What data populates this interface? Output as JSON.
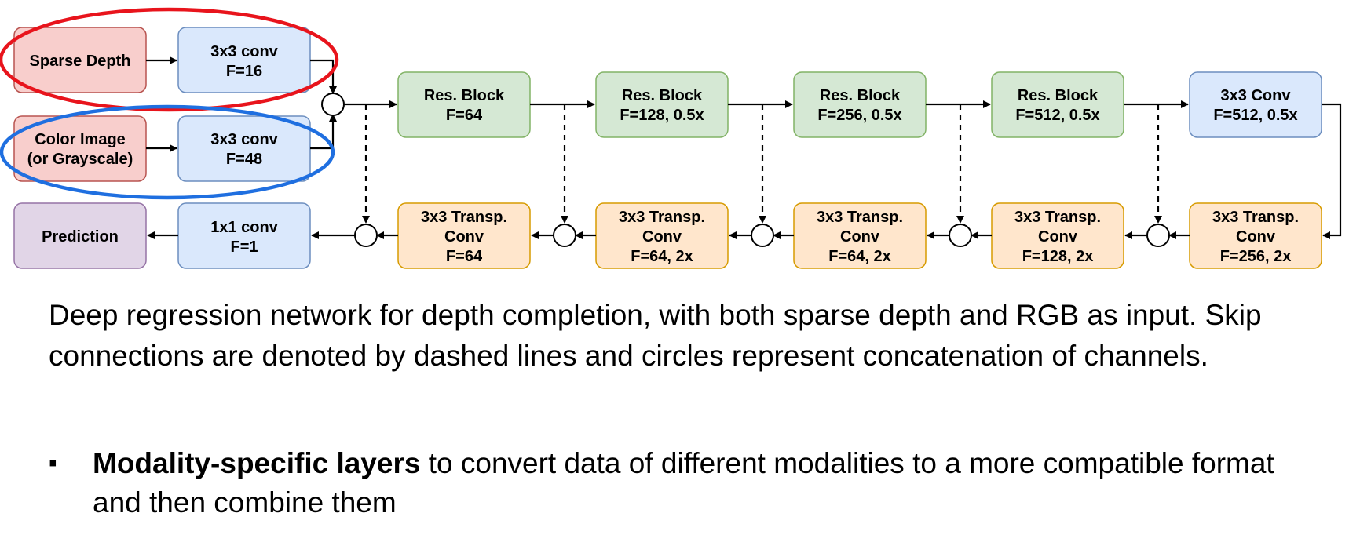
{
  "diagram": {
    "inputs": {
      "sparse_depth": "Sparse Depth",
      "color_image": [
        "Color Image",
        "(or Grayscale)"
      ],
      "prediction": "Prediction"
    },
    "convs": {
      "conv16": [
        "3x3 conv",
        "F=16"
      ],
      "conv48": [
        "3x3 conv",
        "F=48"
      ],
      "conv1x1": [
        "1x1 conv",
        "F=1"
      ]
    },
    "encoder": [
      [
        "Res. Block",
        "F=64"
      ],
      [
        "Res. Block",
        "F=128, 0.5x"
      ],
      [
        "Res. Block",
        "F=256, 0.5x"
      ],
      [
        "Res. Block",
        "F=512, 0.5x"
      ],
      [
        "3x3 Conv",
        "F=512, 0.5x"
      ]
    ],
    "decoder": [
      [
        "3x3 Transp.",
        "Conv",
        "F=64"
      ],
      [
        "3x3 Transp.",
        "Conv",
        "F=64, 2x"
      ],
      [
        "3x3 Transp.",
        "Conv",
        "F=64, 2x"
      ],
      [
        "3x3 Transp.",
        "Conv",
        "F=128, 2x"
      ],
      [
        "3x3 Transp.",
        "Conv",
        "F=256, 2x"
      ]
    ],
    "colors": {
      "input_fill": "#f8cecc",
      "input_stroke": "#b85450",
      "conv_fill": "#dae8fc",
      "conv_stroke": "#6c8ebf",
      "res_fill": "#d5e8d4",
      "res_stroke": "#82b366",
      "transp_fill": "#ffe6cc",
      "transp_stroke": "#d79b00",
      "pred_fill": "#e1d5e7",
      "pred_stroke": "#9673a6",
      "highlight_red": "#e8141c",
      "highlight_blue": "#1f6fe0"
    }
  },
  "caption": "Deep regression network for depth completion, with both sparse depth and RGB as input. Skip connections are denoted by dashed lines and circles represent concatenation of channels.",
  "bullet": {
    "marker": "▪",
    "bold": "Modality-specific layers",
    "rest": " to convert data of different modalities to a more compatible format and then combine them"
  }
}
